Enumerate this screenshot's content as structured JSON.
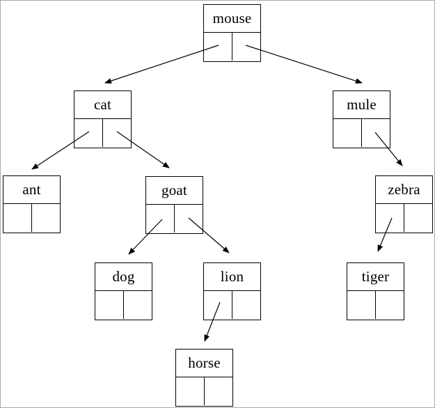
{
  "diagram": {
    "type": "binary-tree",
    "description": "Linked binary tree of animal name nodes; each node has a label cell and left/right pointer cells",
    "background_color": "#ffffff",
    "frame_color": "#aaaaaa",
    "node_border_color": "#000000",
    "arrow_color": "#000000",
    "text_color": "#000000"
  },
  "nodes": [
    {
      "label": "mouse"
    },
    {
      "label": "cat"
    },
    {
      "label": "mule"
    },
    {
      "label": "ant"
    },
    {
      "label": "goat"
    },
    {
      "label": "zebra"
    },
    {
      "label": "dog"
    },
    {
      "label": "lion"
    },
    {
      "label": "tiger"
    },
    {
      "label": "horse"
    }
  ],
  "edges": [
    {
      "from": "mouse",
      "pointer": "left",
      "to": "cat"
    },
    {
      "from": "mouse",
      "pointer": "right",
      "to": "mule"
    },
    {
      "from": "cat",
      "pointer": "left",
      "to": "ant"
    },
    {
      "from": "cat",
      "pointer": "right",
      "to": "goat"
    },
    {
      "from": "goat",
      "pointer": "left",
      "to": "dog"
    },
    {
      "from": "goat",
      "pointer": "right",
      "to": "lion"
    },
    {
      "from": "lion",
      "pointer": "left",
      "to": "horse"
    },
    {
      "from": "mule",
      "pointer": "right",
      "to": "zebra"
    },
    {
      "from": "zebra",
      "pointer": "left",
      "to": "tiger"
    }
  ]
}
